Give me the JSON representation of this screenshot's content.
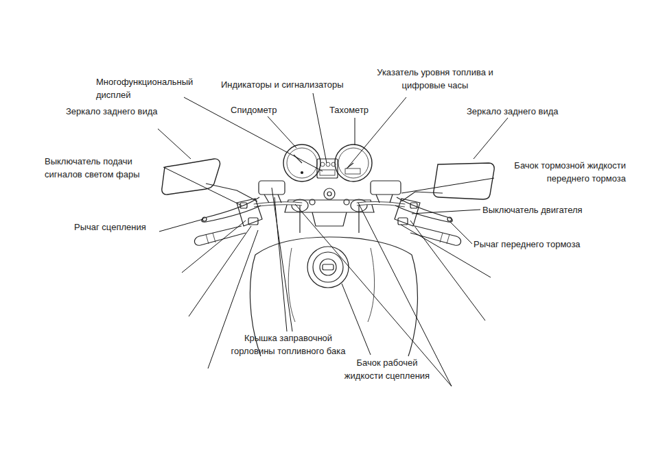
{
  "diagram": {
    "labels": [
      "Многофункциональный дисплей",
      "Индикаторы и сигнализаторы",
      "Указатель уровня топлива и цифровые часы",
      "Спидометр",
      "Тахометр",
      "Зеркало заднего вида",
      "Зеркало заднего вида",
      "Выключатель подачи сигналов светом фары",
      "Бачок тормозной жидкости переднего тормоза",
      "Выключатель двигателя",
      "Рычаг сцепления",
      "Рычаг переднего тормоза",
      "Крышка заправочной горловины топливного бака",
      "Бачок рабочей жидкости сцепления"
    ]
  }
}
